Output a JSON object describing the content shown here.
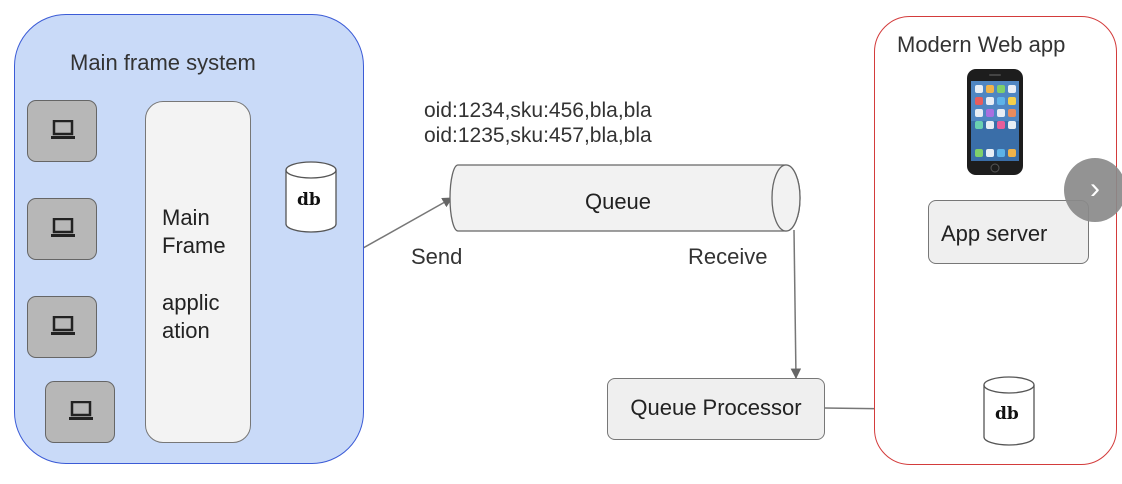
{
  "mainframe": {
    "title": "Main frame system",
    "app_lines": [
      "Main",
      "Frame",
      "",
      "applic",
      "ation"
    ],
    "db_label": "db",
    "terminal_icon": "laptop-icon"
  },
  "queue": {
    "message_lines": [
      "oid:1234,sku:456,bla,bla",
      "oid:1235,sku:457,bla,bla"
    ],
    "label": "Queue",
    "send_label": "Send",
    "receive_label": "Receive"
  },
  "processor": {
    "label": "Queue Processor"
  },
  "webapp": {
    "title": "Modern Web app",
    "app_server_label": "App server",
    "db_label": "db",
    "device_icon": "smartphone-icon"
  },
  "navigation": {
    "next_icon": "chevron-right-icon",
    "next_glyph": "›"
  },
  "colors": {
    "mainframe_panel": "#c9daf8",
    "mainframe_border": "#3b5bd6",
    "webapp_border": "#d33b3b",
    "box_fill": "#efefef"
  }
}
